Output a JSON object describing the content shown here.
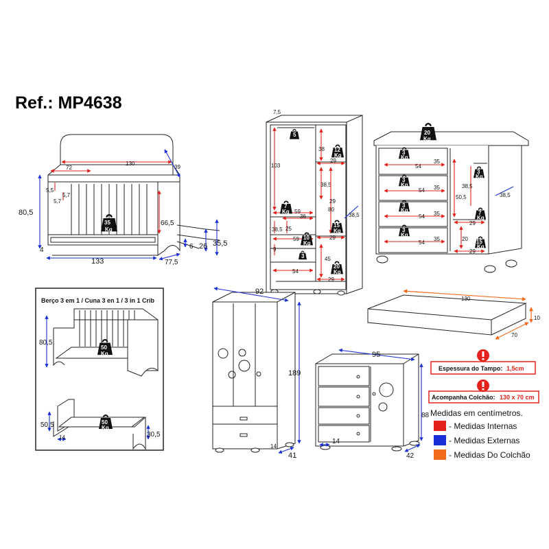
{
  "title": "Ref.: MP4638",
  "colors": {
    "internal": "#e3221b",
    "external": "#1b2fd6",
    "mattress": "#f26b1d"
  },
  "crib": {
    "width_130": "130",
    "width_72": "72",
    "d39": "39",
    "d5_5": "5,5",
    "d5_7a": "5,7",
    "d5_7b": "5,7",
    "h80_5": "80,5",
    "h66_5": "66,5",
    "w133": "133",
    "d77_5": "77,5",
    "d4": "4",
    "d6": "6",
    "d26": "26",
    "d35_5": "35,5",
    "weight": "35",
    "unit": "Kg"
  },
  "wardrobe_internal": {
    "d7_5": "7,5",
    "h103": "103",
    "h38": "38",
    "w29a": "29",
    "w29b": "29",
    "w29c": "29",
    "w29d": "29",
    "h38_5a": "38,5",
    "h38_5b": "38,5",
    "h80": "80",
    "w59": "59",
    "w36": "36",
    "h38_5c": "38,5",
    "h25": "25",
    "w59b": "59",
    "h9": "9",
    "h45": "45",
    "w54": "54",
    "wt_rod": "5",
    "wt12": "12",
    "wt7": "7",
    "wt15": "15",
    "wt10": "10",
    "wt20": "20",
    "wt3": "3",
    "unit": "Kg"
  },
  "dresser_internal": {
    "weight_top": "20",
    "w54a": "54",
    "w35a": "35",
    "w54b": "54",
    "w35b": "35",
    "w54c": "54",
    "w35c": "35",
    "w54d": "54",
    "w35d": "35",
    "h50_5": "50,5",
    "h38_5": "38,5",
    "d38_5": "38,5",
    "w29a": "29",
    "w29b": "29",
    "h20": "20",
    "wt3": "3",
    "wt7": "7",
    "wt15": "15",
    "wt_rod": "3",
    "unit": "Kg"
  },
  "crib_box": {
    "title": "Berço 3 em 1 / Cuna 3 en 1 / 3 in 1 Crib",
    "h80_5": "80,5",
    "h50_5": "50,5",
    "h30_5": "30,5",
    "d14": "14",
    "wt50a": "50",
    "wt50b": "50",
    "unit": "Kg"
  },
  "wardrobe": {
    "w92": "92",
    "h189": "189",
    "d41": "41",
    "d14": "14"
  },
  "mattress": {
    "w130": "130",
    "d70": "70",
    "h10": "10"
  },
  "dresser": {
    "w95": "95",
    "h88": "88",
    "d42": "42",
    "d14": "14"
  },
  "notes": {
    "top_label": "Espessura do Tampo:",
    "top_value": "1,5cm",
    "mattress_label": "Acompanha Colchão:",
    "mattress_value": "130 x 70 cm"
  },
  "legend": {
    "title": "Medidas em centímetros.",
    "internal": "- Medidas Internas",
    "external": "- Medidas Externas",
    "mattress": "- Medidas Do Colchão"
  }
}
